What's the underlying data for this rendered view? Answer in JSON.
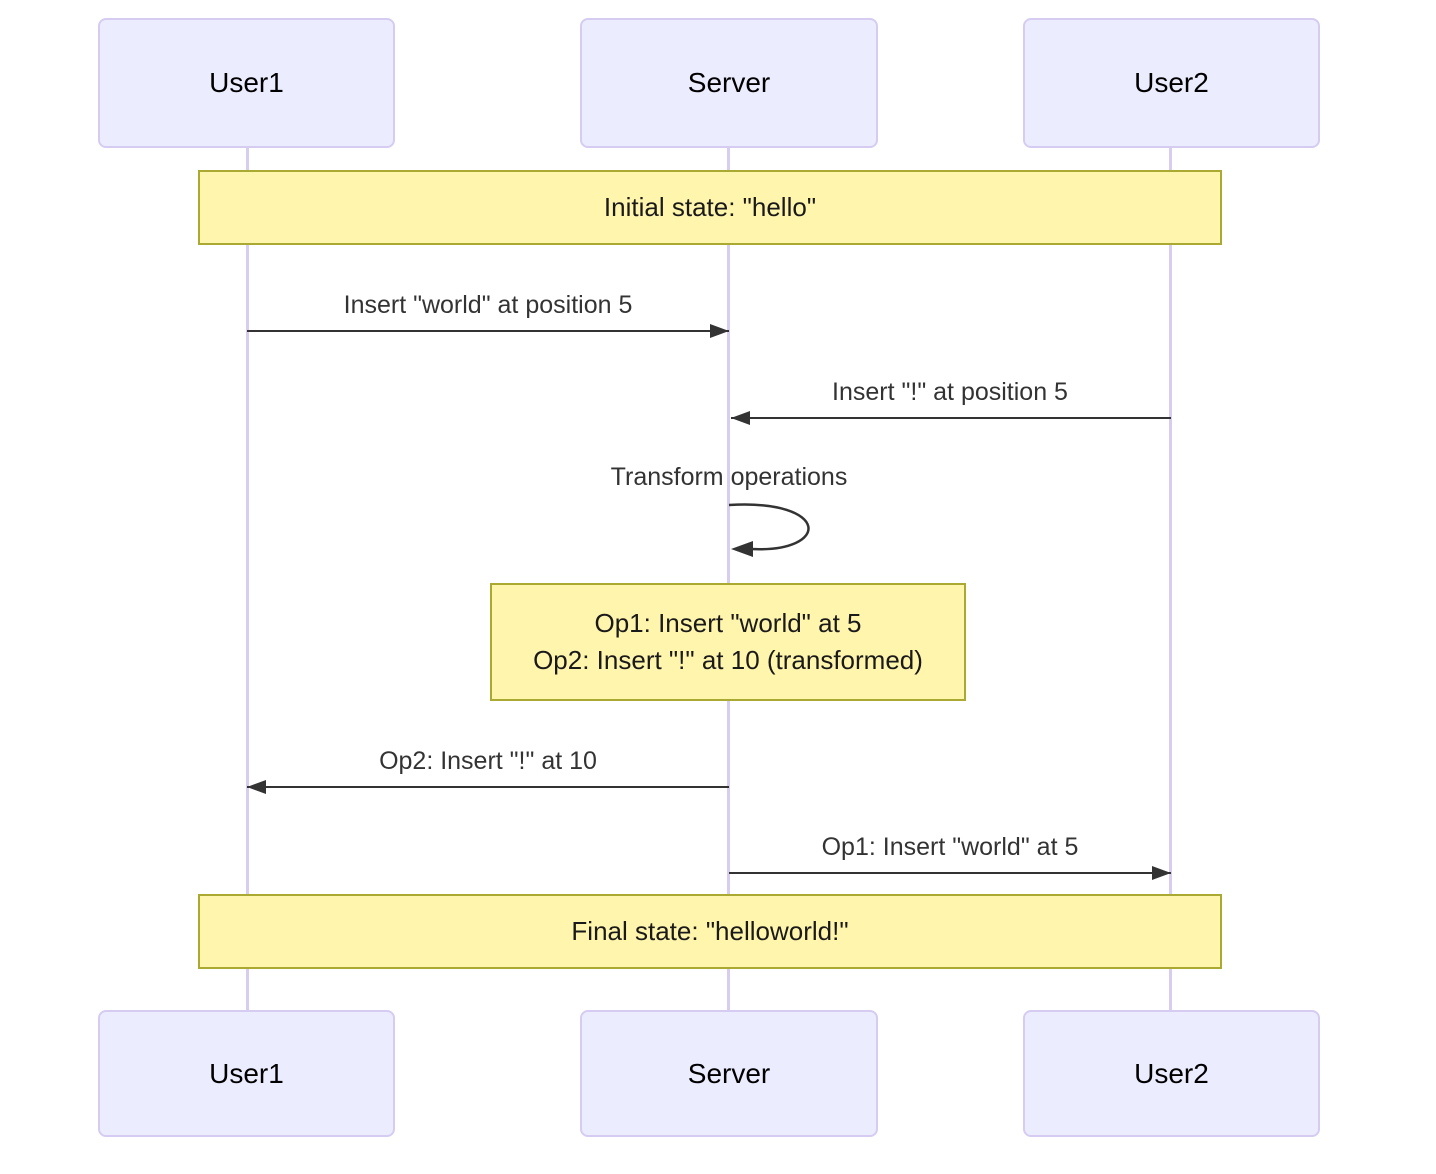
{
  "diagram": {
    "type": "sequence",
    "participants": [
      {
        "label": "User1"
      },
      {
        "label": "Server"
      },
      {
        "label": "User2"
      }
    ],
    "notes": [
      {
        "text": "Initial state: \"hello\"",
        "over": "User1,User2"
      },
      {
        "lines": [
          "Op1: Insert \"world\" at 5",
          "Op2: Insert \"!\" at 10 (transformed)"
        ],
        "over": "Server"
      },
      {
        "text": "Final state: \"helloworld!\"",
        "over": "User1,User2"
      }
    ],
    "messages": [
      {
        "from": "User1",
        "to": "Server",
        "label": "Insert \"world\" at position 5"
      },
      {
        "from": "User2",
        "to": "Server",
        "label": "Insert \"!\" at position 5"
      },
      {
        "from": "Server",
        "to": "Server",
        "label": "Transform operations"
      },
      {
        "from": "Server",
        "to": "User1",
        "label": "Op2: Insert \"!\" at 10"
      },
      {
        "from": "Server",
        "to": "User2",
        "label": "Op1: Insert \"world\" at 5"
      }
    ],
    "colors": {
      "actor_fill": "#ECECFF",
      "actor_border": "#D6CCF2",
      "lifeline": "#D8CDEE",
      "note_fill": "#FFF5AD",
      "note_border": "#AAAA33",
      "arrow": "#333333",
      "message_text": "#333333"
    }
  }
}
